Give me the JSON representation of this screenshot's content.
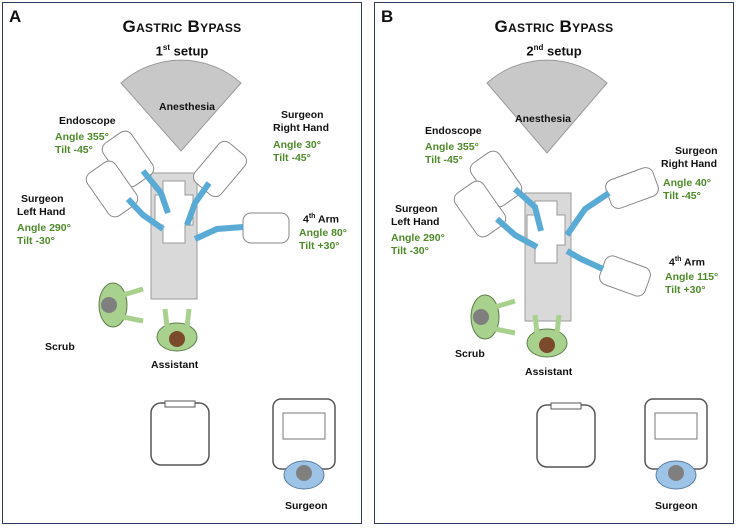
{
  "panels": [
    {
      "letter": "A",
      "title": "Gastric Bypass",
      "setup_num": "1",
      "setup_sup": "st",
      "setup_word": "setup",
      "anesthesia": "Anesthesia",
      "endoscope": {
        "label": "Endoscope",
        "angle": "Angle 355°",
        "tilt": "Tilt -45°"
      },
      "surgeon_right_hand": {
        "label1": "Surgeon",
        "label2": "Right Hand",
        "angle": "Angle 30°",
        "tilt": "Tilt -45°"
      },
      "surgeon_left_hand": {
        "label1": "Surgeon",
        "label2": "Left Hand",
        "angle": "Angle 290°",
        "tilt": "Tilt -30°"
      },
      "fourth_arm": {
        "num": "4",
        "sup": "th",
        "word": "Arm",
        "angle": "Angle 80°",
        "tilt": "Tilt +30°"
      },
      "scrub": "Scrub",
      "assistant": "Assistant",
      "surgeon": "Surgeon"
    },
    {
      "letter": "B",
      "title": "Gastric Bypass",
      "setup_num": "2",
      "setup_sup": "nd",
      "setup_word": "setup",
      "anesthesia": "Anesthesia",
      "endoscope": {
        "label": "Endoscope",
        "angle": "Angle 355°",
        "tilt": "Tilt -45°"
      },
      "surgeon_right_hand": {
        "label1": "Surgeon",
        "label2": "Right Hand",
        "angle": "Angle 40°",
        "tilt": "Tilt -45°"
      },
      "surgeon_left_hand": {
        "label1": "Surgeon",
        "label2": "Left Hand",
        "angle": "Angle 290°",
        "tilt": "Tilt -30°"
      },
      "fourth_arm": {
        "num": "4",
        "sup": "th",
        "word": "Arm",
        "angle": "Angle 115°",
        "tilt": "Tilt +30°"
      },
      "scrub": "Scrub",
      "assistant": "Assistant",
      "surgeon": "Surgeon"
    }
  ],
  "colors": {
    "border": "#2e3a5c",
    "values_green": "#4e8a2a",
    "robot_arm_blue": "#5aaad6",
    "table_gray": "#d9d9d9",
    "anesthesia_gray": "#c8c8c8",
    "staff_green": "#a9d18e",
    "surgeon_blue": "#9dc3e6",
    "head_gray": "#7f7f7f",
    "head_brown": "#7a4a2a"
  }
}
